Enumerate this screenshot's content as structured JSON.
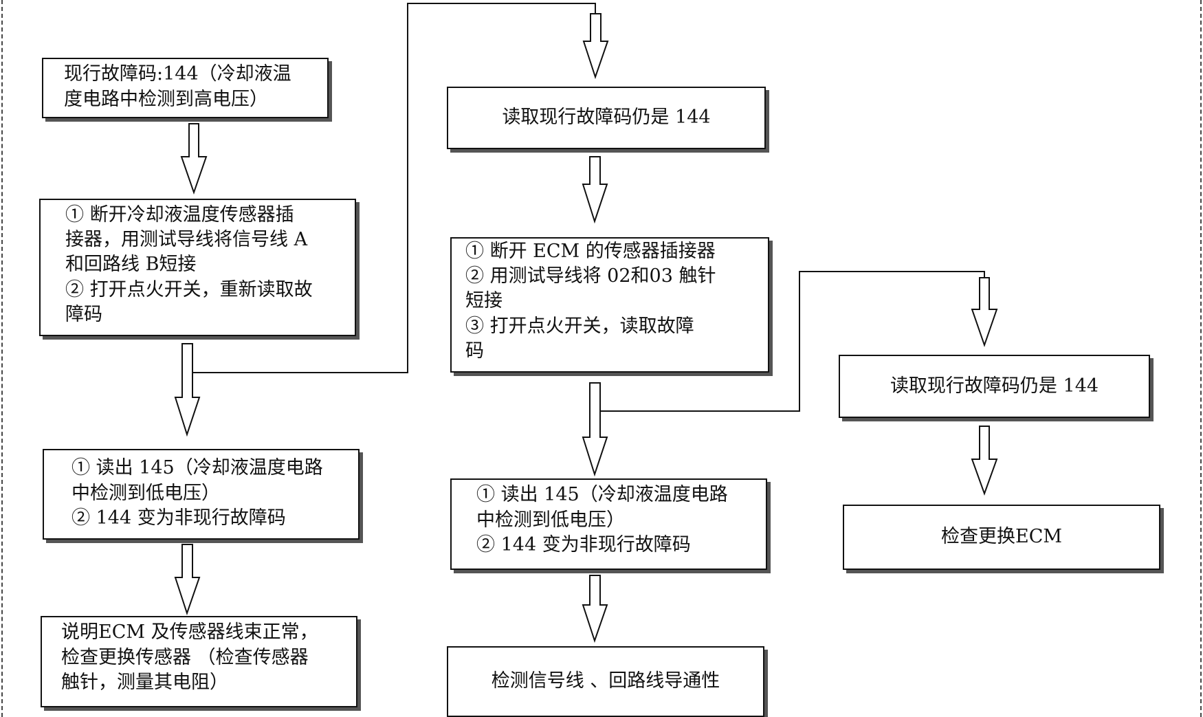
{
  "nodes": {
    "n1": {
      "lines": [
        "现行故障码:144（冷却液温",
        "度电路中检测到高电压）"
      ]
    },
    "n2": {
      "lines": [
        "① 断开冷却液温度传感器插",
        "接器，用测试导线将信号线 A",
        "和回路线 B短接",
        "② 打开点火开关，重新读取故",
        "障码"
      ]
    },
    "n3": {
      "lines": [
        "① 读出 145（冷却液温度电路",
        "中检测到低电压）",
        "② 144 变为非现行故障码"
      ]
    },
    "n4": {
      "lines": [
        "说明ECM 及传感器线束正常，",
        "检查更换传感器 （检查传感器",
        "触针，测量其电阻）"
      ]
    },
    "n5": {
      "lines": [
        "读取现行故障码仍是 144"
      ]
    },
    "n6": {
      "lines": [
        "① 断开 ECM 的传感器插接器",
        "② 用测试导线将 02和03 触针",
        "短接",
        "③ 打开点火开关，读取故障",
        "码"
      ]
    },
    "n7": {
      "lines": [
        "① 读出 145（冷却液温度电路",
        "中检测到低电压）",
        "② 144 变为非现行故障码"
      ]
    },
    "n8": {
      "lines": [
        "检测信号线 、回路线导通性"
      ]
    },
    "n9": {
      "lines": [
        "读取现行故障码仍是 144"
      ]
    },
    "n10": {
      "lines": [
        "检查更换ECM"
      ]
    }
  }
}
